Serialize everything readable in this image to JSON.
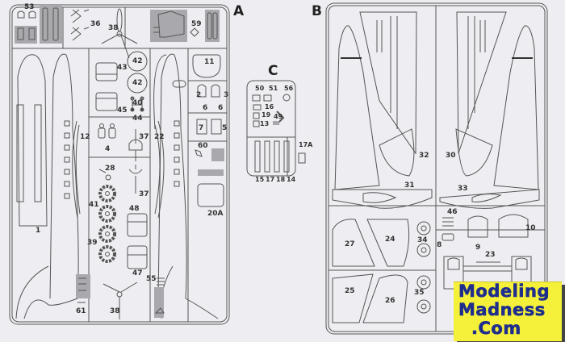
{
  "sheet": {
    "type": "model kit parts sprue diagram",
    "sprues": [
      {
        "id": "A",
        "letter": "A",
        "parts": [
          "53",
          "36",
          "38",
          "59",
          "42",
          "43",
          "42",
          "11",
          "40",
          "45",
          "44",
          "2",
          "3",
          "6",
          "6",
          "7",
          "5",
          "12",
          "4",
          "37",
          "22",
          "60",
          "28",
          "37",
          "20A",
          "41",
          "48",
          "39",
          "47",
          "55",
          "1",
          "61",
          "38"
        ]
      },
      {
        "id": "B",
        "letter": "B",
        "parts": [
          "32",
          "30",
          "31",
          "33",
          "46",
          "10",
          "27",
          "24",
          "34",
          "8",
          "9",
          "23",
          "25",
          "26",
          "35"
        ]
      },
      {
        "id": "C",
        "letter": "C",
        "parts": [
          "50",
          "51",
          "56",
          "16",
          "19",
          "49",
          "13",
          "17A",
          "15",
          "17",
          "18",
          "14"
        ]
      }
    ]
  },
  "labels": {
    "A": {
      "p53": "53",
      "p36": "36",
      "p38a": "38",
      "p59": "59",
      "p42a": "42",
      "p43": "43",
      "p42b": "42",
      "p11": "11",
      "p40": "40",
      "p45": "45",
      "p44": "44",
      "p2": "2",
      "p3": "3",
      "p6a": "6",
      "p6b": "6",
      "p7": "7",
      "p5": "5",
      "p12": "12",
      "p4": "4",
      "p37a": "37",
      "p22": "22",
      "p60": "60",
      "p28": "28",
      "p37b": "37",
      "p20a": "20A",
      "p41": "41",
      "p48": "48",
      "p39": "39",
      "p47": "47",
      "p55": "55",
      "p1": "1",
      "p61": "61",
      "p38b": "38"
    },
    "B": {
      "p32": "32",
      "p30": "30",
      "p31": "31",
      "p33": "33",
      "p46": "46",
      "p10": "10",
      "p27": "27",
      "p24": "24",
      "p34": "34",
      "p8": "8",
      "p9": "9",
      "p23": "23",
      "p25": "25",
      "p26": "26",
      "p35": "35"
    },
    "C": {
      "p50": "50",
      "p51": "51",
      "p56": "56",
      "p16": "16",
      "p19": "19",
      "p49": "49",
      "p13": "13",
      "p17a": "17A",
      "p15": "15",
      "p17": "17",
      "p18": "18",
      "p14": "14"
    }
  },
  "logo": {
    "line1": "Modeling",
    "line2": "Madness",
    "line3": ".Com",
    "colors": {
      "background": "#f5f03a",
      "text": "#1f2e8c",
      "shadow": "#444444"
    }
  },
  "colors": {
    "paper": "#eeeef2",
    "ink": "#555555",
    "shade": "#a9a9ad"
  }
}
